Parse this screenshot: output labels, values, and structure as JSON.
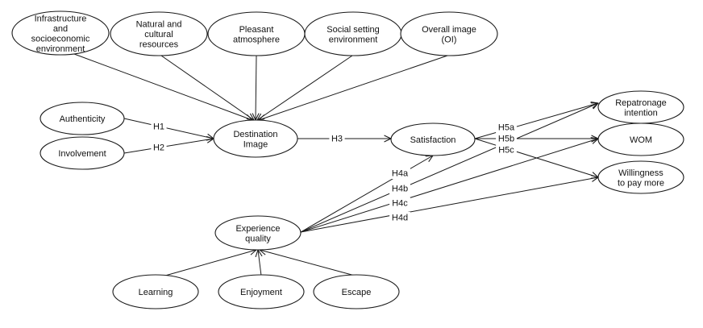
{
  "diagram": {
    "type": "structural-model",
    "nodes": [
      {
        "id": "infra",
        "lines": [
          "Infrastructure",
          "and",
          "socioeconomic",
          "environment"
        ]
      },
      {
        "id": "natural",
        "lines": [
          "Natural and",
          "cultural",
          "resources"
        ]
      },
      {
        "id": "pleasant",
        "lines": [
          "Pleasant",
          "atmosphere"
        ]
      },
      {
        "id": "social",
        "lines": [
          "Social setting",
          "environment"
        ]
      },
      {
        "id": "overall",
        "lines": [
          "Overall image",
          "(OI)"
        ]
      },
      {
        "id": "authenticity",
        "lines": [
          "Authenticity"
        ]
      },
      {
        "id": "involvement",
        "lines": [
          "Involvement"
        ]
      },
      {
        "id": "destination",
        "lines": [
          "Destination",
          "Image"
        ]
      },
      {
        "id": "satisfaction",
        "lines": [
          "Satisfaction"
        ]
      },
      {
        "id": "repatronage",
        "lines": [
          "Repatronage",
          "intention"
        ]
      },
      {
        "id": "wom",
        "lines": [
          "WOM"
        ]
      },
      {
        "id": "willingness",
        "lines": [
          "Willingness",
          "to pay more"
        ]
      },
      {
        "id": "experience",
        "lines": [
          "Experience",
          "quality"
        ]
      },
      {
        "id": "learning",
        "lines": [
          "Learning"
        ]
      },
      {
        "id": "enjoyment",
        "lines": [
          "Enjoyment"
        ]
      },
      {
        "id": "escape",
        "lines": [
          "Escape"
        ]
      }
    ],
    "edges": [
      {
        "from": "infra",
        "to": "destination",
        "label": ""
      },
      {
        "from": "natural",
        "to": "destination",
        "label": ""
      },
      {
        "from": "pleasant",
        "to": "destination",
        "label": ""
      },
      {
        "from": "social",
        "to": "destination",
        "label": ""
      },
      {
        "from": "overall",
        "to": "destination",
        "label": ""
      },
      {
        "from": "authenticity",
        "to": "destination",
        "label": "H1"
      },
      {
        "from": "involvement",
        "to": "destination",
        "label": "H2"
      },
      {
        "from": "destination",
        "to": "satisfaction",
        "label": "H3"
      },
      {
        "from": "experience",
        "to": "satisfaction",
        "label": "H4a"
      },
      {
        "from": "experience",
        "to": "repatronage",
        "label": "H4b"
      },
      {
        "from": "experience",
        "to": "wom",
        "label": "H4c"
      },
      {
        "from": "experience",
        "to": "willingness",
        "label": "H4d"
      },
      {
        "from": "satisfaction",
        "to": "repatronage",
        "label": "H5a"
      },
      {
        "from": "satisfaction",
        "to": "wom",
        "label": "H5b"
      },
      {
        "from": "satisfaction",
        "to": "willingness",
        "label": "H5c"
      },
      {
        "from": "learning",
        "to": "experience",
        "label": ""
      },
      {
        "from": "enjoyment",
        "to": "experience",
        "label": ""
      },
      {
        "from": "escape",
        "to": "experience",
        "label": ""
      }
    ]
  }
}
